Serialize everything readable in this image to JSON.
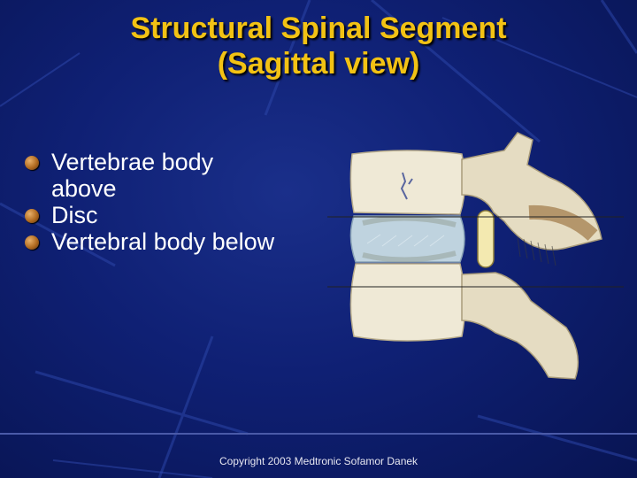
{
  "slide": {
    "title_line1": "Structural Spinal Segment",
    "title_line2": "(Sagittal view)",
    "bullets": [
      {
        "line1": "Vertebrae body",
        "line2": "above"
      },
      {
        "line1": "Disc"
      },
      {
        "line1": "Vertebral body  below"
      }
    ],
    "footer": "Copyright 2003 Medtronic Sofamor Danek"
  },
  "colors": {
    "background": "#0f2074",
    "title": "#f2c214",
    "text": "#ffffff",
    "bone": "#efe9d6",
    "disc": "#bfd3df"
  },
  "figure": {
    "subject": "lumbar spinal segment illustration, sagittal view"
  }
}
